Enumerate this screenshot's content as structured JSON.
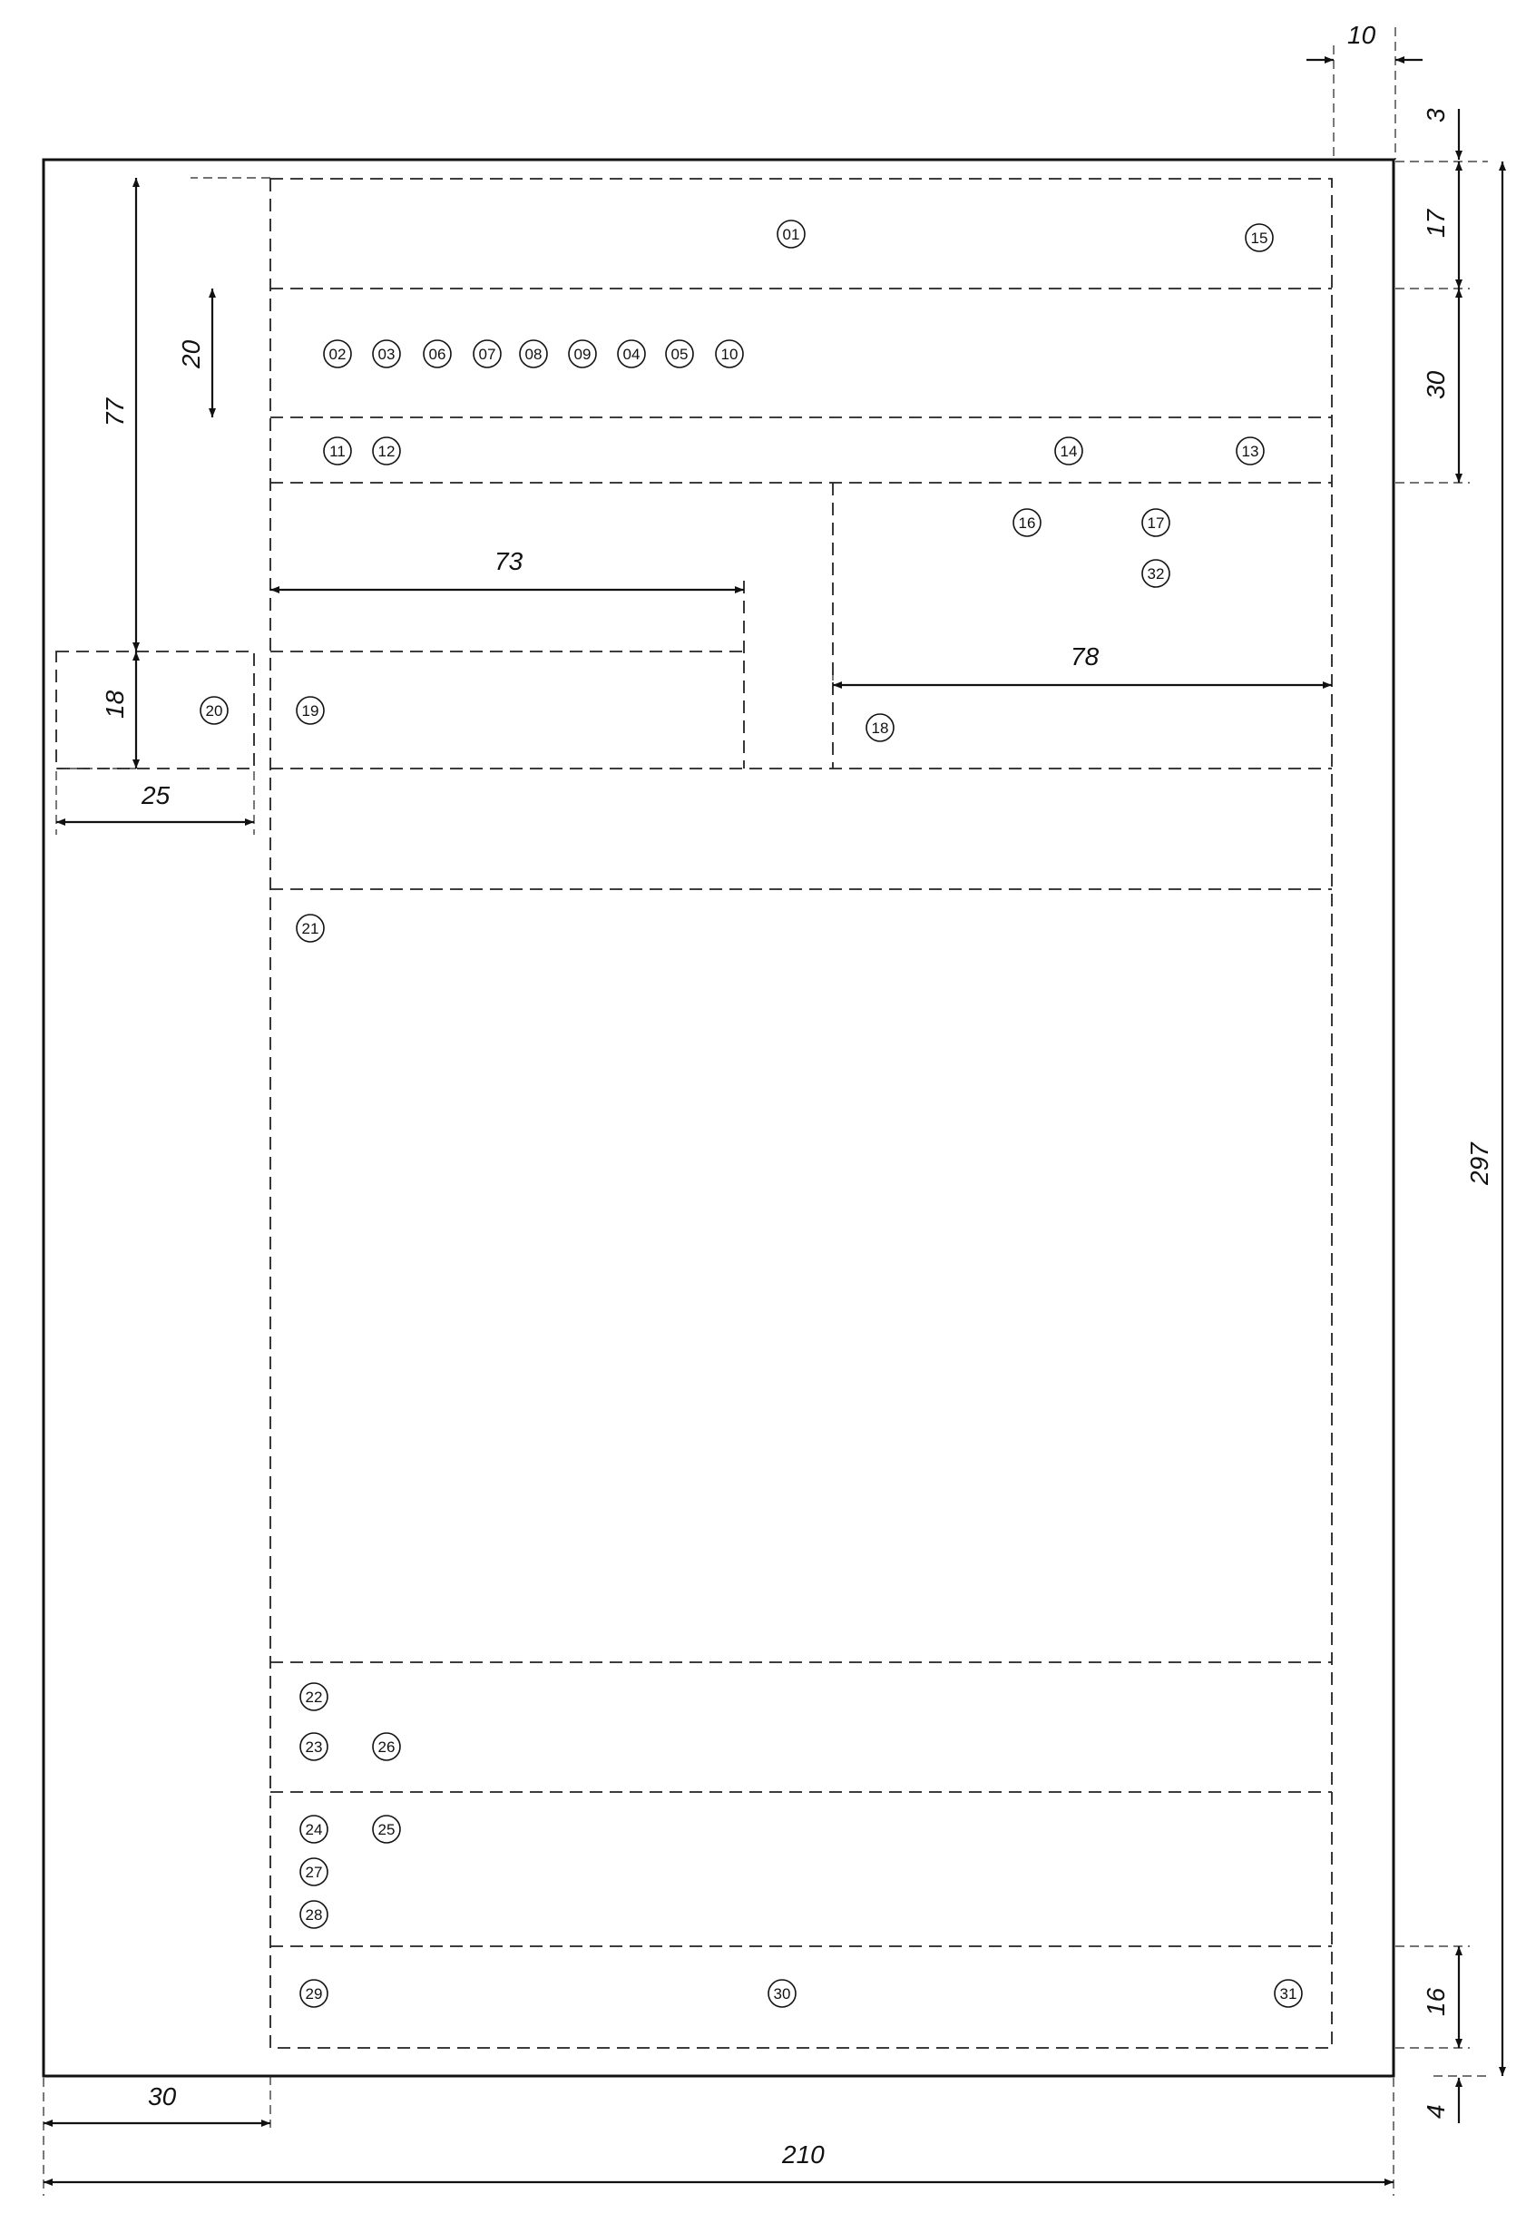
{
  "dimensions": {
    "d10": "10",
    "d3": "3",
    "d17": "17",
    "d30r": "30",
    "d77": "77",
    "d20": "20",
    "d73": "73",
    "d78": "78",
    "d18": "18",
    "d25": "25",
    "d297": "297",
    "d16": "16",
    "d4": "4",
    "d30b": "30",
    "d210": "210"
  },
  "markers": {
    "m01": "01",
    "m02": "02",
    "m03": "03",
    "m06": "06",
    "m07": "07",
    "m08": "08",
    "m09": "09",
    "m04": "04",
    "m05": "05",
    "m10": "10",
    "m11": "11",
    "m12": "12",
    "m14": "14",
    "m13": "13",
    "m15": "15",
    "m16": "16",
    "m17": "17",
    "m32": "32",
    "m18": "18",
    "m19": "19",
    "m20": "20",
    "m21": "21",
    "m22": "22",
    "m23": "23",
    "m26": "26",
    "m24": "24",
    "m25": "25",
    "m27": "27",
    "m28": "28",
    "m29": "29",
    "m30": "30",
    "m31": "31"
  }
}
